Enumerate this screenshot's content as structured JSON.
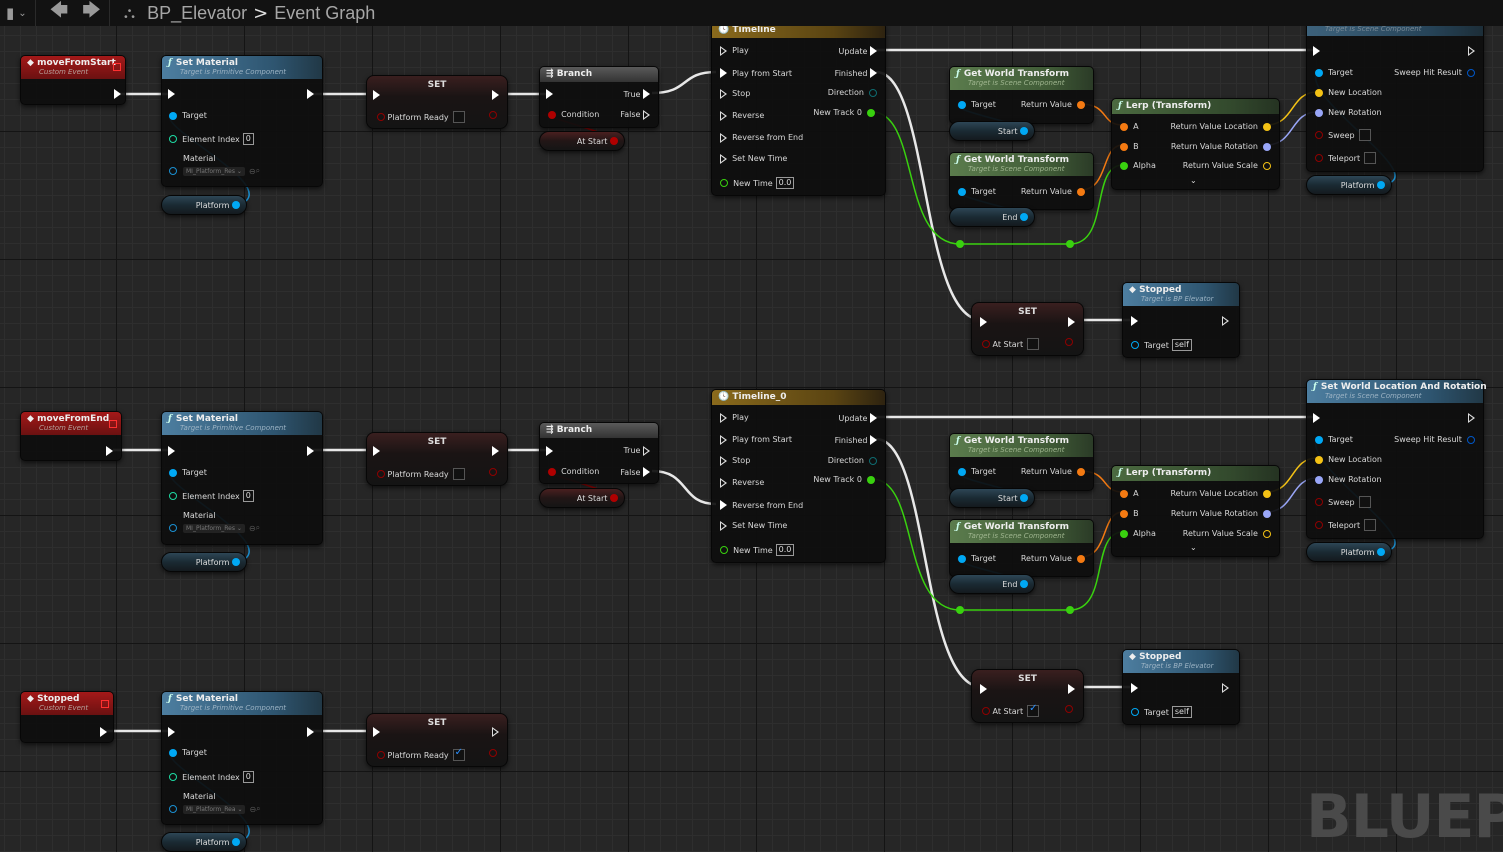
{
  "toolbar": {
    "bookmark_icon": "bookmark-icon",
    "back_icon": "arrow-left-icon",
    "forward_icon": "arrow-right-icon",
    "graph_icon": "graph-hierarchy-icon",
    "breadcrumb": [
      "BP_Elevator",
      "Event Graph"
    ],
    "breadcrumb_separator": ">"
  },
  "watermark": "BLUEPRINT",
  "colors": {
    "exec": "#ffffff",
    "object": "#00a8f4",
    "bool": "#8f0000",
    "integer": "#1edba3",
    "float": "#39d10f",
    "transform": "#f47a12",
    "vector": "#f4c215",
    "rotator": "#99a6f8",
    "struct": "#0057c8"
  },
  "nodes": {
    "ev_start": {
      "title": "moveFromStart",
      "subtitle": "Custom Event"
    },
    "ev_end": {
      "title": "moveFromEnd",
      "subtitle": "Custom Event"
    },
    "ev_stopped": {
      "title": "Stopped",
      "subtitle": "Custom Event"
    },
    "setmat": {
      "title": "Set Material",
      "subtitle": "Target is Primitive Component",
      "target": "Target",
      "element_index": "Element Index",
      "element_index_value": "0",
      "material": "Material",
      "material_value": "MI_Platform_Res",
      "material_value_3": "MI_Platform_Rea"
    },
    "platform_var": "Platform",
    "set_node": {
      "title": "SET",
      "platform_ready": "Platform Ready",
      "at_start": "At Start"
    },
    "branch": {
      "title": "Branch",
      "condition": "Condition",
      "true": "True",
      "false": "False"
    },
    "at_start_var": "At Start",
    "timeline": {
      "title_1": "Timeline",
      "title_2": "Timeline_0",
      "inputs": [
        "Play",
        "Play from Start",
        "Stop",
        "Reverse",
        "Reverse from End",
        "Set New Time"
      ],
      "new_time": "New Time",
      "new_time_value": "0.0",
      "update": "Update",
      "finished": "Finished",
      "direction": "Direction",
      "track": "New Track 0"
    },
    "gwt": {
      "title": "Get World Transform",
      "subtitle": "Target is Scene Component",
      "target": "Target",
      "ret": "Return Value"
    },
    "start_var": "Start",
    "end_var": "End",
    "lerp": {
      "title": "Lerp (Transform)",
      "a": "A",
      "b": "B",
      "alpha": "Alpha",
      "loc": "Return Value Location",
      "rot": "Return Value Rotation",
      "scale": "Return Value Scale"
    },
    "swlr": {
      "title": "Set World Location And Rotation",
      "subtitle": "Target is Scene Component",
      "target": "Target",
      "hit": "Sweep Hit Result",
      "new_loc": "New Location",
      "new_rot": "New Rotation",
      "sweep": "Sweep",
      "teleport": "Teleport"
    },
    "stopped_call": {
      "title": "Stopped",
      "subtitle": "Target is BP Elevator",
      "target": "Target",
      "target_value": "self"
    }
  },
  "states": {
    "row1": {
      "set_platform_ready": false,
      "set_at_start": false,
      "branch_active_output": "True",
      "timeline_active_input": "Play from Start"
    },
    "row2": {
      "set_platform_ready": false,
      "set_at_start": true,
      "branch_active_output": "False",
      "timeline_active_input": "Reverse from End"
    },
    "row3": {
      "set_platform_ready": true
    }
  }
}
